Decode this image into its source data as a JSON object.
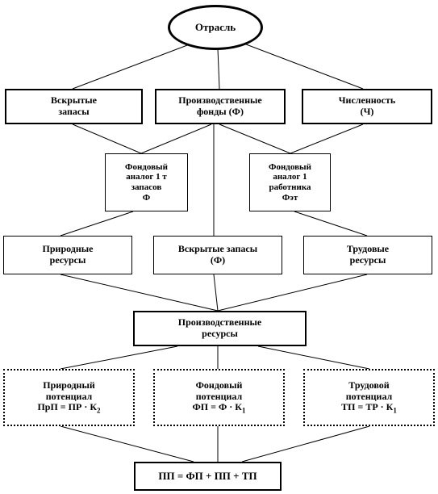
{
  "root": {
    "label": "Отрасль"
  },
  "level1": {
    "open_reserves": "Вскрытые\nзапасы",
    "production_funds": "Производственные\nфонды (Ф)",
    "headcount": "Численность\n(Ч)"
  },
  "level2": {
    "fund_per_ton": "Фондовый\nаналог 1 т\nзапасов\nФ",
    "fund_per_worker": "Фондовый\nаналог 1\nработника\nФэт"
  },
  "level3": {
    "natural_resources": "Природные\nресурсы",
    "open_reserves_f": "Вскрытые запасы\n(Ф)",
    "labor_resources": "Трудовые\nресурсы"
  },
  "level4": {
    "production_resources": "Производственные\nресурсы"
  },
  "level5": {
    "natural_potential": {
      "title": "Природный\nпотенциал",
      "formula": "ПрП = ПР · К",
      "sub": "2"
    },
    "fund_potential": {
      "title": "Фондовый\nпотенциал",
      "formula": "ФП = Ф · К",
      "sub": "1"
    },
    "labor_potential": {
      "title": "Трудовой\nпотенциал",
      "formula": "ТП = ТР · К",
      "sub": "1"
    }
  },
  "bottom": {
    "formula": "ПП = ФП + ПП + ТП"
  }
}
